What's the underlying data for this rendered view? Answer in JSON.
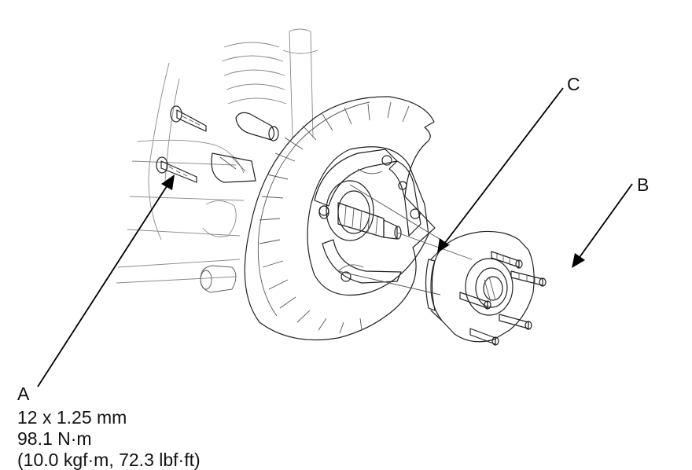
{
  "callouts": {
    "a": "A",
    "b": "B",
    "c": "C"
  },
  "spec": {
    "bolt_size": "12 x 1.25 mm",
    "torque_nm": "98.1 N·m",
    "torque_kgf_lbf": "(10.0 kgf·m, 72.3 lbf·ft)"
  }
}
